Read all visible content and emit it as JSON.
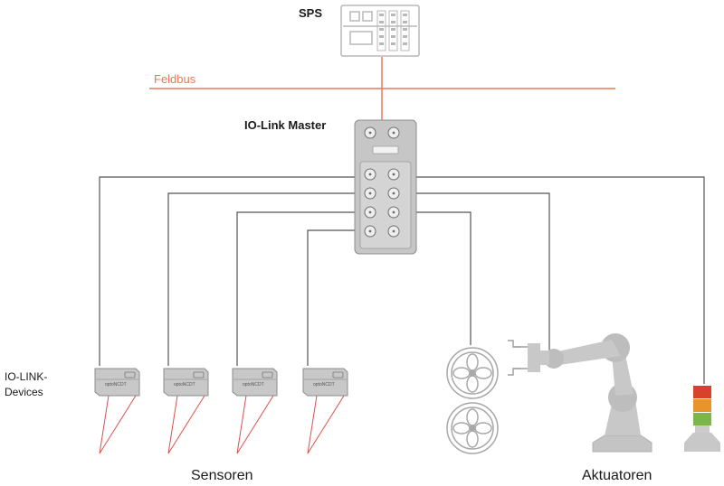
{
  "labels": {
    "plc": "SPS",
    "fieldbus": "Feldbus",
    "master": "IO-Link Master",
    "devices_line1": "IO-LINK-",
    "devices_line2": "Devices",
    "sensors": "Sensoren",
    "actuators": "Aktuatoren"
  },
  "sensor_devices": [
    {
      "brand": "optoNCDT"
    },
    {
      "brand": "optoNCDT"
    },
    {
      "brand": "optoNCDT"
    },
    {
      "brand": "optoNCDT"
    }
  ],
  "colors": {
    "fieldbus": "#e8785a",
    "laser": "#d9534f",
    "wire": "#555555",
    "device_fill": "#c8c8c8",
    "device_stroke": "#8c8c8c",
    "lamp_red": "#d9412b",
    "lamp_orange": "#e8942a",
    "lamp_green": "#7ab648"
  }
}
